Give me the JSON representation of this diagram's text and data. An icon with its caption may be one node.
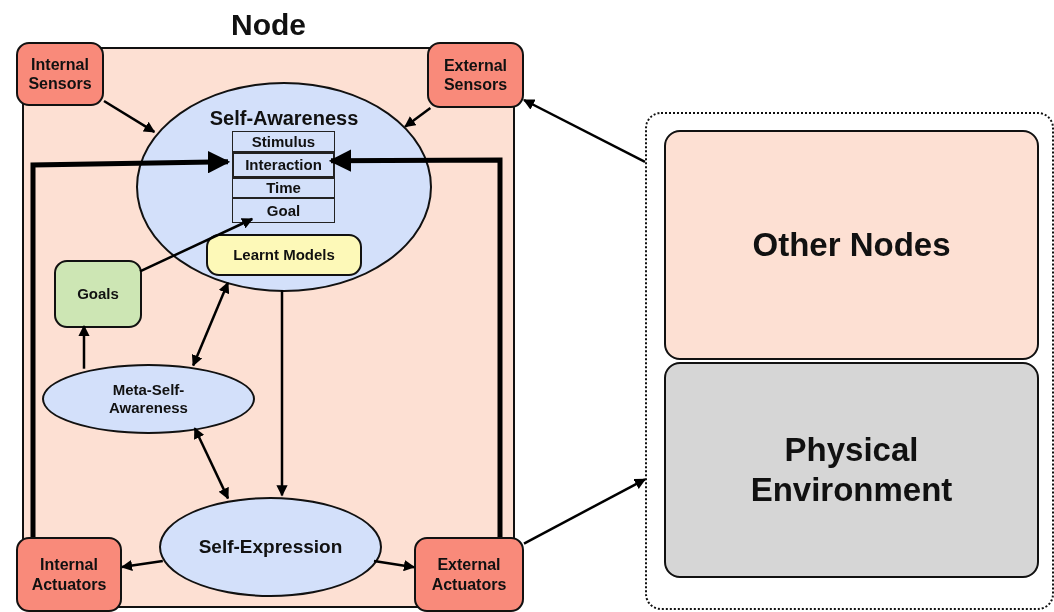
{
  "diagram": {
    "nodes": [
      {
        "text": [
          "Node"
        ]
      },
      {
        "text": [
          "Internal Sensors"
        ]
      },
      {
        "text": [
          "External Sensors"
        ]
      },
      {
        "text": [
          "Self-Awareness"
        ],
        "in": 0
      },
      {
        "text": [
          "Stimulus"
        ],
        "in": 3
      },
      {
        "text": [
          "Interaction"
        ],
        "in": 3
      },
      {
        "text": [
          "Time"
        ],
        "in": 3
      },
      {
        "text": [
          "Goal"
        ],
        "in": 3
      },
      {
        "text": [
          "Learnt Models"
        ],
        "in": 3
      },
      {
        "text": [
          "Goals"
        ],
        "in": 0
      },
      {
        "text": [
          "Meta-Self-Awareness"
        ],
        "in": 0
      },
      {
        "text": [
          "Self-Expression"
        ],
        "in": 0
      },
      {
        "text": [
          "Internal Actuators"
        ]
      },
      {
        "text": [
          "External Actuators"
        ]
      },
      {
        "text": [],
        "shape": "box"
      },
      {
        "text": [
          "Other Nodes"
        ],
        "in": 14
      },
      {
        "text": [
          "Physical Environment"
        ],
        "in": 14
      }
    ],
    "edges": [
      {
        "from": 1,
        "to": 3,
        "arrow": "to"
      },
      {
        "from": 2,
        "to": 3,
        "arrow": "to"
      },
      {
        "from": 12,
        "to": 5,
        "arrow": "to",
        "style": "thick"
      },
      {
        "from": 13,
        "to": 5,
        "arrow": "to",
        "style": "thick"
      },
      {
        "from": 9,
        "to": 7,
        "arrow": "to"
      },
      {
        "from": 10,
        "to": 3,
        "arrow": "both"
      },
      {
        "from": 10,
        "to": 9,
        "arrow": "to"
      },
      {
        "from": 3,
        "to": 11,
        "arrow": "to"
      },
      {
        "from": 10,
        "to": 11,
        "arrow": "both"
      },
      {
        "from": 11,
        "to": 12,
        "arrow": "to"
      },
      {
        "from": 11,
        "to": 13,
        "arrow": "to"
      },
      {
        "from": 13,
        "to": 14,
        "arrow": "to"
      },
      {
        "from": 14,
        "to": 2,
        "arrow": "to"
      }
    ]
  }
}
